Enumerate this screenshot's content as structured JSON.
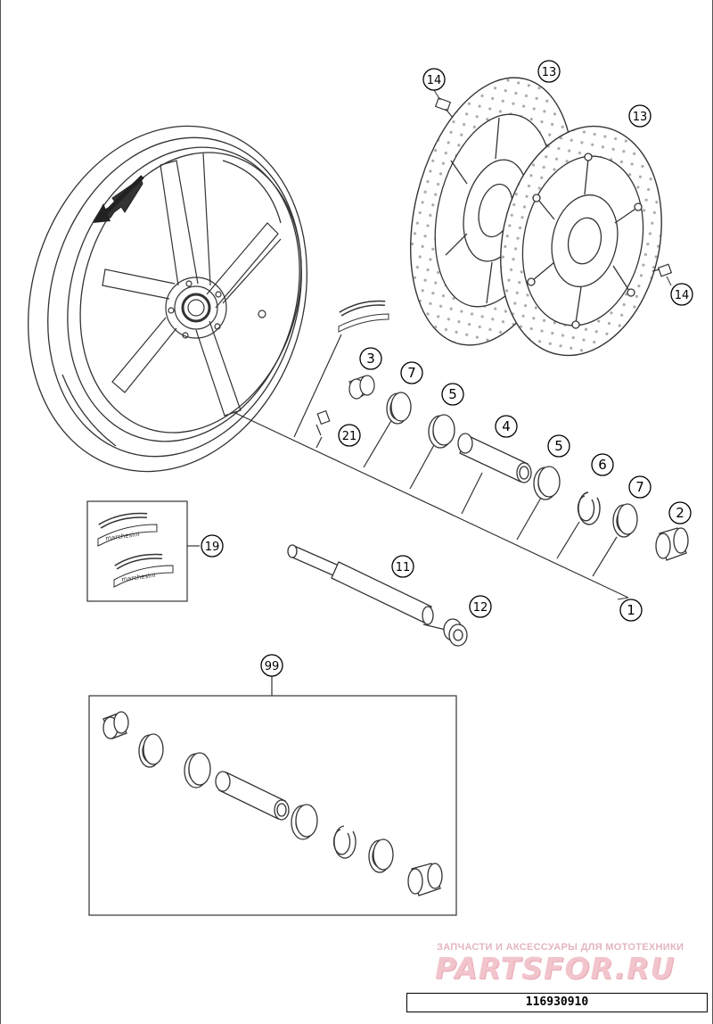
{
  "callouts": [
    {
      "id": "1",
      "label": "1"
    },
    {
      "id": "2",
      "label": "2"
    },
    {
      "id": "3",
      "label": "3"
    },
    {
      "id": "4",
      "label": "4"
    },
    {
      "id": "5a",
      "label": "5"
    },
    {
      "id": "5b",
      "label": "5"
    },
    {
      "id": "6",
      "label": "6"
    },
    {
      "id": "7a",
      "label": "7"
    },
    {
      "id": "7b",
      "label": "7"
    },
    {
      "id": "11",
      "label": "11"
    },
    {
      "id": "12",
      "label": "12"
    },
    {
      "id": "13a",
      "label": "13"
    },
    {
      "id": "13b",
      "label": "13"
    },
    {
      "id": "14a",
      "label": "14"
    },
    {
      "id": "14b",
      "label": "14"
    },
    {
      "id": "19",
      "label": "19"
    },
    {
      "id": "21",
      "label": "21"
    },
    {
      "id": "99",
      "label": "99"
    }
  ],
  "decal_text": "marchesini",
  "watermark": {
    "tagline": "ЗАПЧАСТИ И АКСЕССУАРЫ ДЛЯ МОТОТЕХНИКИ",
    "logo": "PARTSFOR.RU"
  },
  "document_code": "116930910",
  "colors": {
    "line": "#333333",
    "watermark": "#f2c4cc"
  }
}
